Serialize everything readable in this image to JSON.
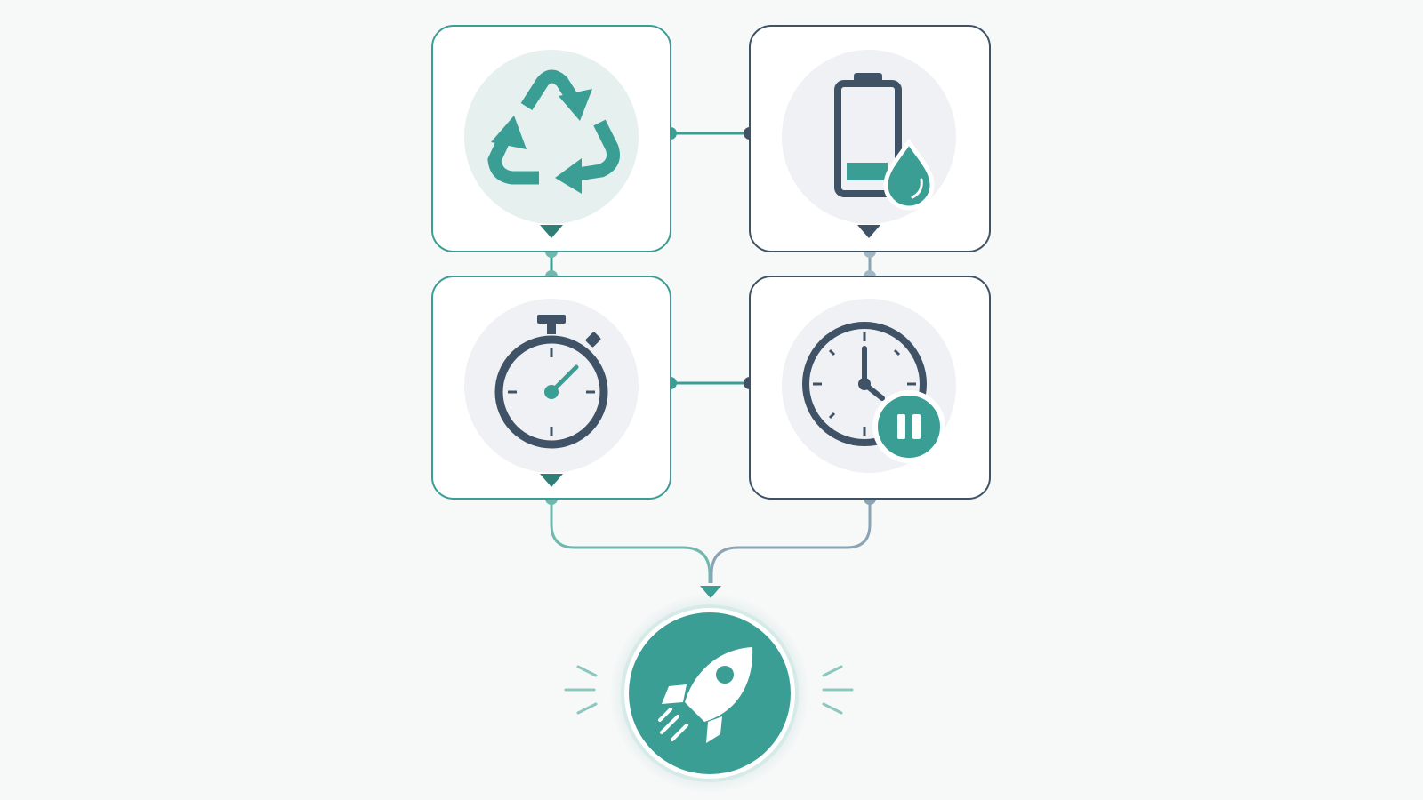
{
  "colors": {
    "background": "#f7f8f8",
    "teal": "#3a9e94",
    "teal_light": "#e6f1ef",
    "slate": "#3f5266",
    "slate_light": "#eff1f4",
    "connector_slate": "#8aa4b4",
    "white": "#ffffff"
  },
  "nodes": [
    {
      "id": "recycle",
      "icon": "recycle-icon",
      "accent": "teal"
    },
    {
      "id": "battery",
      "icon": "battery-drop-icon",
      "accent": "slate"
    },
    {
      "id": "stopwatch",
      "icon": "stopwatch-icon",
      "accent": "teal"
    },
    {
      "id": "clock-pause",
      "icon": "clock-pause-icon",
      "accent": "slate"
    }
  ],
  "result": {
    "id": "launch",
    "icon": "rocket-icon",
    "accent": "teal"
  },
  "edges": [
    {
      "from": "recycle",
      "to": "battery",
      "kind": "horizontal"
    },
    {
      "from": "stopwatch",
      "to": "clock-pause",
      "kind": "horizontal"
    },
    {
      "from": "recycle",
      "to": "stopwatch",
      "kind": "vertical"
    },
    {
      "from": "battery",
      "to": "clock-pause",
      "kind": "vertical"
    },
    {
      "from": "stopwatch",
      "to": "launch",
      "kind": "merge"
    },
    {
      "from": "clock-pause",
      "to": "launch",
      "kind": "merge"
    }
  ]
}
